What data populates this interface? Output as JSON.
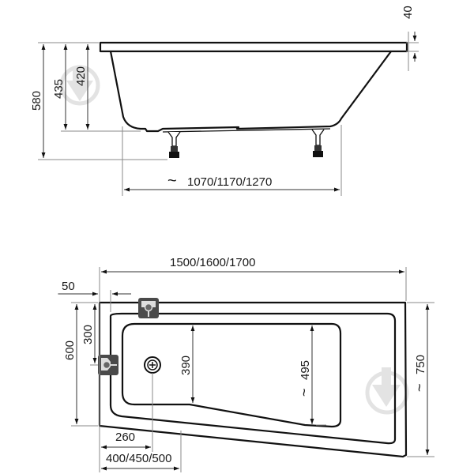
{
  "side_view": {
    "dimensions": {
      "total_height": "580",
      "height_435": "435",
      "height_420": "420",
      "rim_thickness": "40",
      "bottom_length": "1070/1170/1270"
    },
    "tilde": "~"
  },
  "top_view": {
    "dimensions": {
      "total_length": "1500/1600/1700",
      "wall_offset": "50",
      "short_width": "600",
      "overflow_height": "300",
      "inner_width_left": "390",
      "inner_width_right": "495",
      "long_width": "750",
      "drain_offset": "260",
      "narrow_length": "400/450/500"
    },
    "tilde": "~"
  },
  "watermarks": [
    "watermark-logo-side",
    "watermark-logo-top"
  ],
  "colors": {
    "line": "#111111",
    "dimension": "#8a8a8a",
    "fitting": "#555555",
    "watermark": "#e3e3e3"
  }
}
